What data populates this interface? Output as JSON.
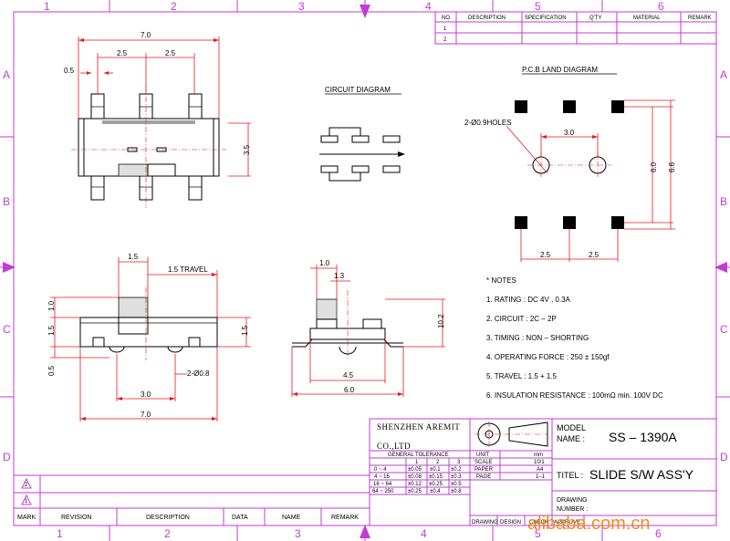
{
  "frame": {
    "col_labels": [
      "1",
      "2",
      "3",
      "4",
      "5",
      "6"
    ],
    "row_labels": [
      "A",
      "B",
      "C",
      "D"
    ]
  },
  "rev_table": {
    "headers": [
      "NO",
      "DESCRIPTION",
      "SPECIFICATION",
      "Q'TY",
      "MATERIAL",
      "REMARK"
    ],
    "rows": [
      "1",
      "2"
    ]
  },
  "top_view": {
    "dim_width": "7.0",
    "dim_pitch_left": "2.5",
    "dim_pitch_right": "2.5",
    "dim_pin": "0.5",
    "dim_height": "3.5"
  },
  "circuit": {
    "title": "CIRCUIT DIAGRAM"
  },
  "pcb": {
    "title": "P.C.B  LAND DIAGRAM",
    "holes_label": "2-Ø0.9HOLES",
    "dim_hole_spacing": "3.0",
    "dim_inner": "6.0",
    "dim_outer": "6.6",
    "dim_pitch_left": "2.5",
    "dim_pitch_right": "2.5"
  },
  "front_view": {
    "dim_knob": "1.5",
    "travel_label": "1.5 TRAVEL",
    "dim_left_top": "1.0",
    "dim_left_mid": "1.5",
    "dim_left_bot": "0.5",
    "dim_right": "1.5",
    "dim_hole": "2-Ø0.8",
    "dim_hole_spacing": "3.0",
    "dim_total": "7.0"
  },
  "side_view": {
    "dim_top1": "1.0",
    "dim_top2": "1.3",
    "dim_height": "10.2",
    "dim_body": "4.5",
    "dim_total": "6.0"
  },
  "notes": {
    "heading": "* NOTES",
    "items": [
      "1. RATING : DC 4V , 0.3A",
      "2. CIRCUIT : 2C – 2P",
      "3. TIMING : NON – SHORTING",
      "4. OPERATING FORCE :  250 ± 150gf",
      "5. TRAVEL : 1.5 + 1.5",
      "6. INSULATION RESISTANCE : 100mΩ min. 100V DC"
    ]
  },
  "title_block": {
    "company_line1": "SHENZHEN AREMIT",
    "company_line2": "CO.,LTD",
    "tolerance_header": "GENERAL TOLERANCE",
    "tol_cols": [
      "1",
      "2",
      "3"
    ],
    "tol_rows": [
      [
        "0 ~ 4",
        "±0.05",
        "±0.1",
        "±0.2"
      ],
      [
        "4 ~ 16",
        "±0.08",
        "±0.15",
        "±0.3"
      ],
      [
        "16 ~ 64",
        "±0.12",
        "±0.25",
        "±0.5"
      ],
      [
        "64 ~ 250",
        "±0.25",
        "±0.4",
        "±0.8"
      ]
    ],
    "unit_label": "UNIT",
    "unit_value": "mm",
    "scale_label": "SCALE",
    "scale_value": "10/1",
    "paper_label": "PAPER",
    "paper_value": "A4",
    "page_label": "PAGE",
    "page_value": "1–1",
    "model_label_1": "MODEL",
    "model_label_2": "NAME :",
    "model_value": "SS – 1390A",
    "title_label": "TITEL :",
    "title_value": "SLIDE S/W ASS'Y",
    "drawing_label_1": "DRAWING",
    "drawing_label_2": "NUMBER :",
    "bottom_cells": [
      "DRAWING",
      "DESIGN",
      "CHECK",
      "APPROVE"
    ]
  },
  "revision_block": {
    "headers": [
      "MARK",
      "REVISION",
      "DESCRIPTION",
      "DATA",
      "NAME",
      "REMARK"
    ],
    "marks": [
      "2",
      "1"
    ]
  },
  "watermark": "alibaba.com.cn"
}
